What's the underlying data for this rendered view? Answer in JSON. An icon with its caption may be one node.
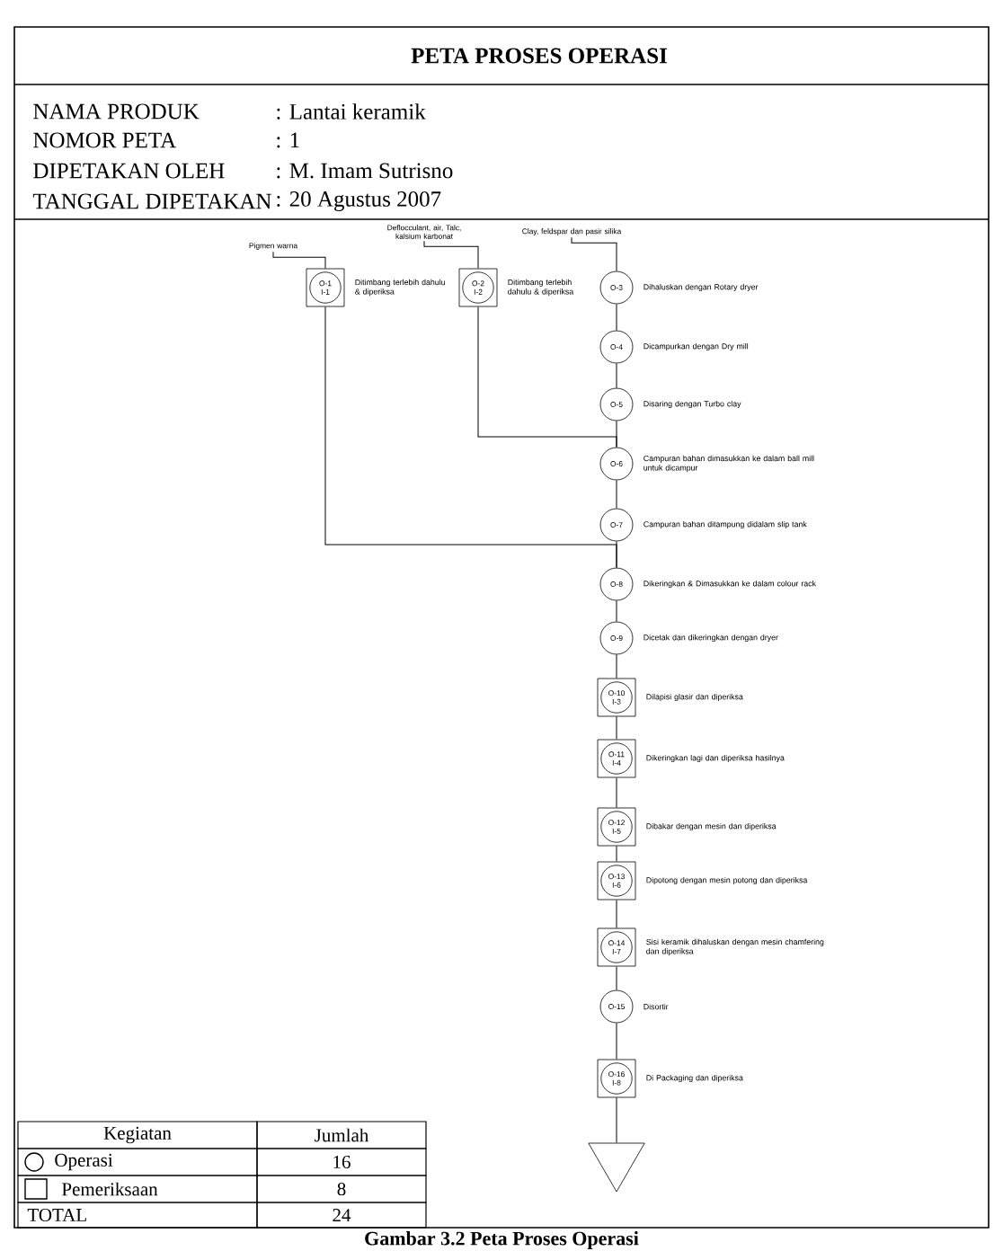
{
  "diagram": {
    "title": "PETA PROSES OPERASI",
    "caption": "Gambar 3.2 Peta Proses Operasi",
    "nodes": [
      {
        "text": [
          "Pigmen warna"
        ]
      },
      {
        "text": [
          "Deflocculant, air, Talc, kalsium karbonat"
        ]
      },
      {
        "text": [
          "Clay, feldspar dan pasir silika"
        ]
      },
      {
        "text": [
          "O-1",
          "I-1"
        ],
        "beside": [
          "Ditimbang terlebih dahulu & diperiksa"
        ]
      },
      {
        "text": [
          "O-2",
          "I-2"
        ],
        "beside": [
          "Ditimbang terlebih dahulu & diperiksa"
        ]
      },
      {
        "text": [
          "O-3"
        ],
        "beside": [
          "Dihaluskan dengan Rotary dryer"
        ]
      },
      {
        "text": [
          "O-4"
        ],
        "beside": [
          "Dicampurkan dengan Dry mill"
        ]
      },
      {
        "text": [
          "O-5"
        ],
        "beside": [
          "Disaring dengan Turbo clay"
        ]
      },
      {
        "text": [
          "O-6"
        ],
        "beside": [
          "Campuran bahan dimasukkan ke dalam ball mill untuk dicampur"
        ]
      },
      {
        "text": [
          "O-7"
        ],
        "beside": [
          "Campuran bahan ditampung didalam slip tank"
        ]
      },
      {
        "text": [
          "O-8"
        ],
        "beside": [
          "Dikeringkan & Dimasukkan ke dalam colour rack"
        ]
      },
      {
        "text": [
          "O-9"
        ],
        "beside": [
          "Dicetak dan dikeringkan dengan dryer"
        ]
      },
      {
        "text": [
          "O-10",
          "I-3"
        ],
        "beside": [
          "Dilapisi glasir dan diperiksa"
        ]
      },
      {
        "text": [
          "O-11",
          "I-4"
        ],
        "beside": [
          "Dikeringkan lagi dan diperiksa hasilnya"
        ]
      },
      {
        "text": [
          "O-12",
          "I-5"
        ],
        "beside": [
          "Dibakar dengan mesin dan diperiksa"
        ]
      },
      {
        "text": [
          "O-13",
          "I-6"
        ],
        "beside": [
          "Dipotong dengan mesin potong dan diperiksa"
        ]
      },
      {
        "text": [
          "O-14",
          "I-7"
        ],
        "beside": [
          "Sisi keramik dihaluskan dengan mesin chamfering dan diperiksa"
        ]
      },
      {
        "text": [
          "O-15"
        ],
        "beside": [
          "Disortir"
        ]
      },
      {
        "text": [
          "O-16",
          "I-8"
        ],
        "beside": [
          "Di Packaging dan diperiksa"
        ]
      },
      {
        "text": [],
        "shape": "triangle"
      }
    ],
    "edges": [
      {
        "from": 0,
        "to": 3,
        "arrow": "none"
      },
      {
        "from": 1,
        "to": 4,
        "arrow": "none"
      },
      {
        "from": 2,
        "to": 5,
        "arrow": "none"
      },
      {
        "from": 3,
        "to": 10,
        "arrow": "none"
      },
      {
        "from": 4,
        "to": 8,
        "arrow": "none"
      },
      {
        "from": 5,
        "to": 6,
        "arrow": "none"
      },
      {
        "from": 6,
        "to": 7,
        "arrow": "none"
      },
      {
        "from": 7,
        "to": 8,
        "arrow": "none"
      },
      {
        "from": 8,
        "to": 9,
        "arrow": "none"
      },
      {
        "from": 9,
        "to": 10,
        "arrow": "none"
      },
      {
        "from": 10,
        "to": 11,
        "arrow": "none"
      },
      {
        "from": 11,
        "to": 12,
        "arrow": "none"
      },
      {
        "from": 12,
        "to": 13,
        "arrow": "none"
      },
      {
        "from": 13,
        "to": 14,
        "arrow": "none"
      },
      {
        "from": 14,
        "to": 15,
        "arrow": "none"
      },
      {
        "from": 15,
        "to": 16,
        "arrow": "none"
      },
      {
        "from": 16,
        "to": 17,
        "arrow": "none"
      },
      {
        "from": 17,
        "to": 18,
        "arrow": "none"
      },
      {
        "from": 18,
        "to": 19,
        "arrow": "none"
      }
    ],
    "labels": [
      "NAMA PRODUK",
      ": Lantai keramik",
      "NOMOR PETA",
      ": 1",
      "DIPETAKAN OLEH",
      ": M. Imam Sutrisno",
      "TANGGAL DIPETAKAN",
      ": 20 Agustus 2007",
      "Kegiatan",
      "Jumlah",
      "Operasi",
      "16",
      "Pemeriksaan",
      "8",
      "TOTAL",
      "24"
    ]
  }
}
